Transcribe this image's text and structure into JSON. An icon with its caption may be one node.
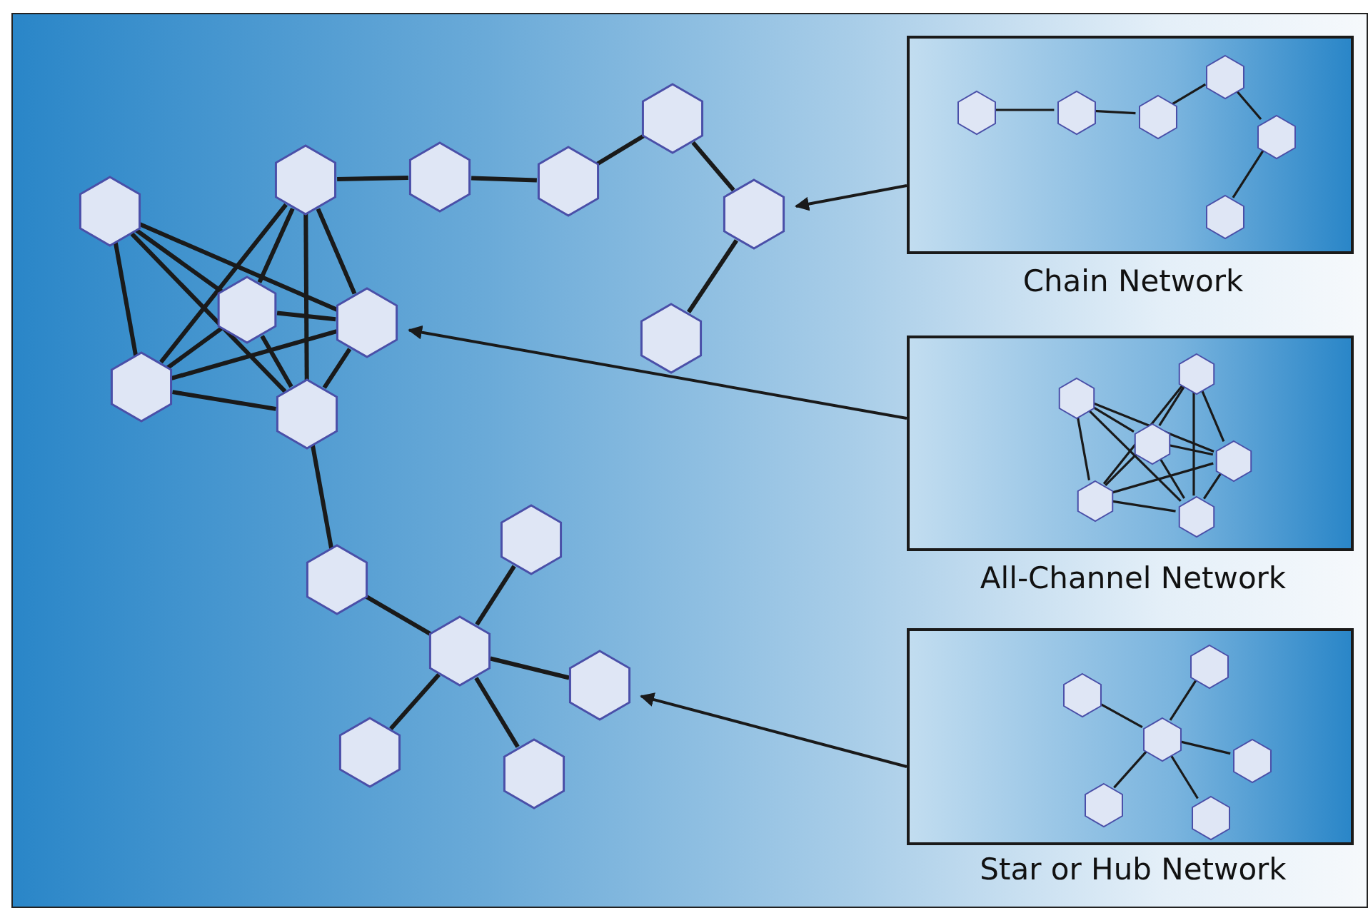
{
  "diagram": {
    "nodes": [
      {
        "text": [
          "Chain Network"
        ]
      },
      {
        "text": [],
        "shape": "hexagon",
        "in": 0
      },
      {
        "text": [],
        "shape": "hexagon",
        "in": 0
      },
      {
        "text": [],
        "shape": "hexagon",
        "in": 0
      },
      {
        "text": [],
        "shape": "hexagon",
        "in": 0
      },
      {
        "text": [],
        "shape": "hexagon",
        "in": 0
      },
      {
        "text": [],
        "shape": "hexagon",
        "in": 0
      },
      {
        "text": [
          "All-Channel Network"
        ]
      },
      {
        "text": [],
        "shape": "hexagon",
        "in": 7
      },
      {
        "text": [],
        "shape": "hexagon",
        "in": 7
      },
      {
        "text": [],
        "shape": "hexagon",
        "in": 7
      },
      {
        "text": [],
        "shape": "hexagon",
        "in": 7
      },
      {
        "text": [],
        "shape": "hexagon",
        "in": 7
      },
      {
        "text": [],
        "shape": "hexagon",
        "in": 7
      },
      {
        "text": [
          "Star or Hub Network"
        ]
      },
      {
        "text": [],
        "shape": "hexagon",
        "in": 14
      },
      {
        "text": [],
        "shape": "hexagon",
        "in": 14
      },
      {
        "text": [],
        "shape": "hexagon",
        "in": 14
      },
      {
        "text": [],
        "shape": "hexagon",
        "in": 14
      },
      {
        "text": [],
        "shape": "hexagon",
        "in": 14
      },
      {
        "text": [],
        "shape": "hexagon",
        "in": 14
      },
      {
        "text": [],
        "shape": "hexagon"
      },
      {
        "text": [],
        "shape": "hexagon"
      },
      {
        "text": [],
        "shape": "hexagon"
      },
      {
        "text": [],
        "shape": "hexagon"
      },
      {
        "text": [],
        "shape": "hexagon"
      },
      {
        "text": [],
        "shape": "hexagon"
      },
      {
        "text": [],
        "shape": "hexagon"
      },
      {
        "text": [],
        "shape": "hexagon"
      },
      {
        "text": [],
        "shape": "hexagon"
      },
      {
        "text": [],
        "shape": "hexagon"
      },
      {
        "text": [],
        "shape": "hexagon"
      },
      {
        "text": [],
        "shape": "hexagon"
      },
      {
        "text": [],
        "shape": "hexagon"
      },
      {
        "text": [],
        "shape": "hexagon"
      },
      {
        "text": [],
        "shape": "hexagon"
      },
      {
        "text": [],
        "shape": "hexagon"
      },
      {
        "text": [],
        "shape": "hexagon"
      }
    ],
    "edges": [
      {
        "from": 1,
        "to": 2,
        "arrow": "none"
      },
      {
        "from": 2,
        "to": 3,
        "arrow": "none"
      },
      {
        "from": 3,
        "to": 4,
        "arrow": "none"
      },
      {
        "from": 4,
        "to": 5,
        "arrow": "none"
      },
      {
        "from": 5,
        "to": 6,
        "arrow": "none"
      },
      {
        "from": 8,
        "to": 11,
        "arrow": "none"
      },
      {
        "from": 8,
        "to": 10,
        "arrow": "none"
      },
      {
        "from": 8,
        "to": 12,
        "arrow": "none"
      },
      {
        "from": 8,
        "to": 13,
        "arrow": "none"
      },
      {
        "from": 9,
        "to": 12,
        "arrow": "none"
      },
      {
        "from": 9,
        "to": 10,
        "arrow": "none"
      },
      {
        "from": 9,
        "to": 13,
        "arrow": "none"
      },
      {
        "from": 9,
        "to": 11,
        "arrow": "none"
      },
      {
        "from": 10,
        "to": 11,
        "arrow": "none"
      },
      {
        "from": 10,
        "to": 13,
        "arrow": "none"
      },
      {
        "from": 10,
        "to": 12,
        "arrow": "none"
      },
      {
        "from": 12,
        "to": 11,
        "arrow": "none"
      },
      {
        "from": 12,
        "to": 13,
        "arrow": "none"
      },
      {
        "from": 11,
        "to": 13,
        "arrow": "none"
      },
      {
        "from": 15,
        "to": 16,
        "arrow": "none"
      },
      {
        "from": 15,
        "to": 17,
        "arrow": "none"
      },
      {
        "from": 15,
        "to": 18,
        "arrow": "none"
      },
      {
        "from": 15,
        "to": 19,
        "arrow": "none"
      },
      {
        "from": 15,
        "to": 20,
        "arrow": "none"
      },
      {
        "from": 21,
        "to": 22,
        "arrow": "none"
      },
      {
        "from": 22,
        "to": 23,
        "arrow": "none"
      },
      {
        "from": 23,
        "to": 24,
        "arrow": "none"
      },
      {
        "from": 24,
        "to": 25,
        "arrow": "none"
      },
      {
        "from": 25,
        "to": 26,
        "arrow": "none"
      },
      {
        "from": 27,
        "to": 29,
        "arrow": "none"
      },
      {
        "from": 27,
        "to": 28,
        "arrow": "none"
      },
      {
        "from": 27,
        "to": 30,
        "arrow": "none"
      },
      {
        "from": 27,
        "to": 31,
        "arrow": "none"
      },
      {
        "from": 21,
        "to": 30,
        "arrow": "none"
      },
      {
        "from": 21,
        "to": 28,
        "arrow": "none"
      },
      {
        "from": 21,
        "to": 31,
        "arrow": "none"
      },
      {
        "from": 21,
        "to": 29,
        "arrow": "none"
      },
      {
        "from": 28,
        "to": 29,
        "arrow": "none"
      },
      {
        "from": 28,
        "to": 31,
        "arrow": "none"
      },
      {
        "from": 28,
        "to": 30,
        "arrow": "none"
      },
      {
        "from": 30,
        "to": 29,
        "arrow": "none"
      },
      {
        "from": 30,
        "to": 31,
        "arrow": "none"
      },
      {
        "from": 29,
        "to": 31,
        "arrow": "none"
      },
      {
        "from": 31,
        "to": 32,
        "arrow": "none"
      },
      {
        "from": 33,
        "to": 32,
        "arrow": "none"
      },
      {
        "from": 33,
        "to": 34,
        "arrow": "none"
      },
      {
        "from": 33,
        "to": 35,
        "arrow": "none"
      },
      {
        "from": 33,
        "to": 36,
        "arrow": "none"
      },
      {
        "from": 33,
        "to": 37,
        "arrow": "none"
      },
      {
        "from": 0,
        "to": 25,
        "arrow": "to"
      },
      {
        "from": 7,
        "to": 29,
        "arrow": "to"
      },
      {
        "from": 14,
        "to": 35,
        "arrow": "to"
      }
    ]
  }
}
